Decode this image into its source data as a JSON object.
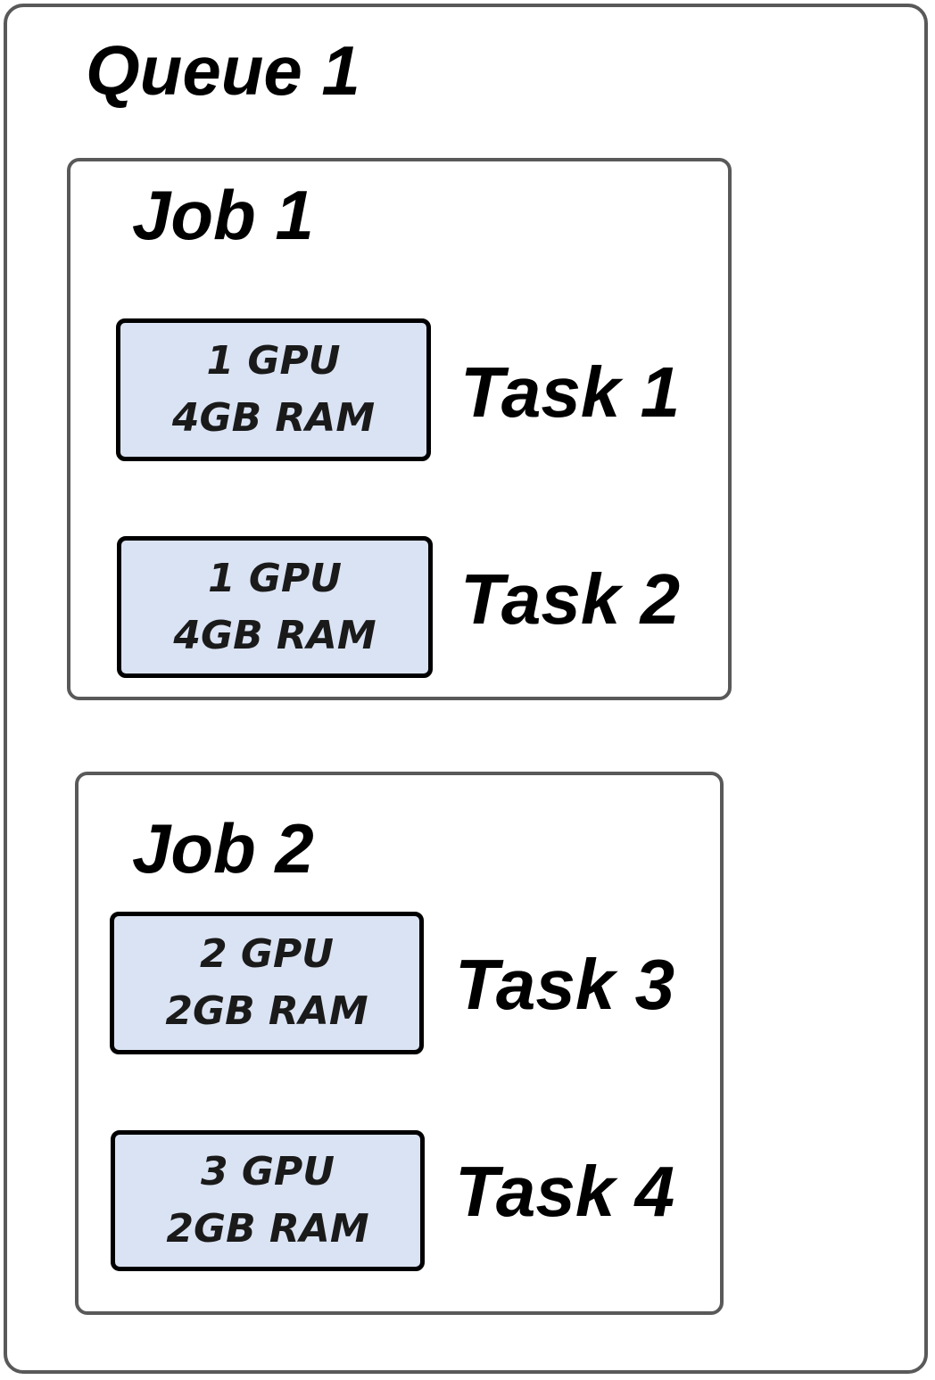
{
  "queue": {
    "title": "Queue 1",
    "jobs": [
      {
        "title": "Job 1",
        "tasks": [
          {
            "label": "Task 1",
            "gpu": "1 GPU",
            "ram": "4GB RAM"
          },
          {
            "label": "Task 2",
            "gpu": "1 GPU",
            "ram": "4GB RAM"
          }
        ]
      },
      {
        "title": "Job 2",
        "tasks": [
          {
            "label": "Task 3",
            "gpu": "2 GPU",
            "ram": "2GB RAM"
          },
          {
            "label": "Task 4",
            "gpu": "3 GPU",
            "ram": "2GB RAM"
          }
        ]
      }
    ]
  },
  "colors": {
    "box_border": "#595959",
    "task_fill": "#dae3f3",
    "task_border": "#000000"
  }
}
